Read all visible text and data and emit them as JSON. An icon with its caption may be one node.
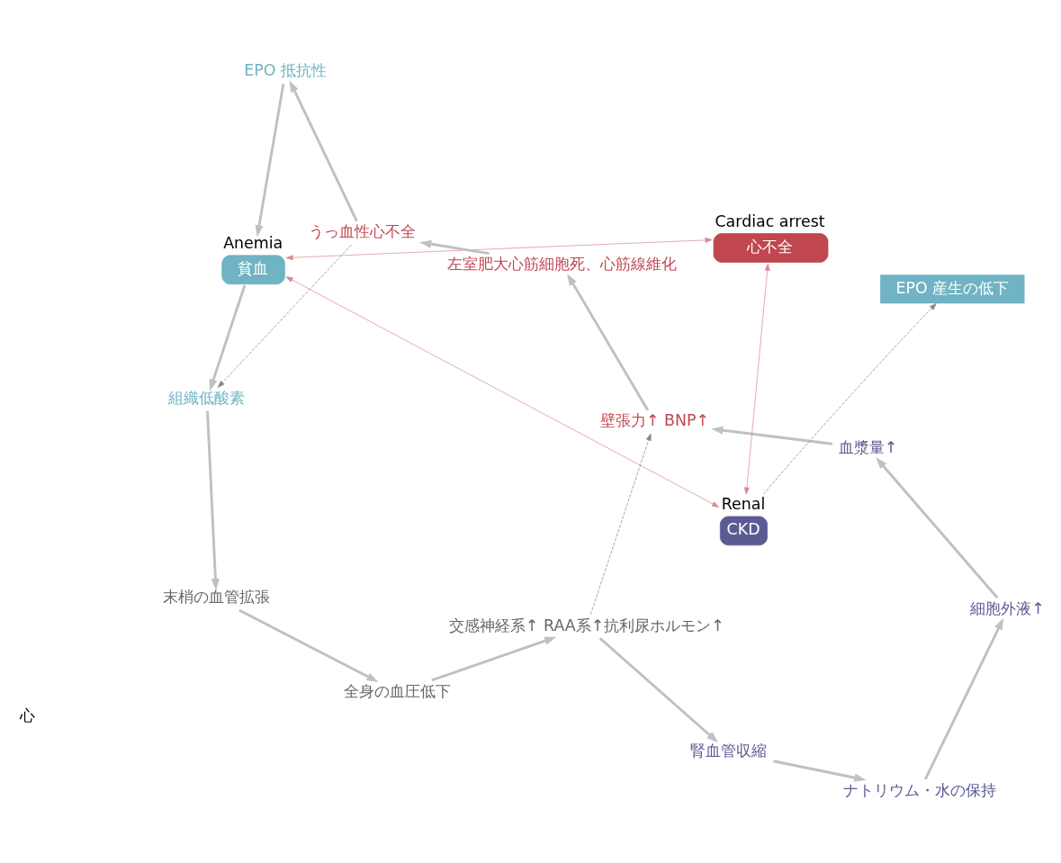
{
  "diagram": {
    "nodes": [
      {
        "text": [
          "貧血"
        ],
        "beside": [
          "Anemia"
        ]
      },
      {
        "text": [
          "組織低酸素"
        ]
      },
      {
        "text": [
          "末梢の血管拡張"
        ]
      },
      {
        "text": [
          "全身の血圧低下"
        ]
      },
      {
        "text": [
          "交感神経系↑ RAA系↑抗利尿ホルモン↑"
        ]
      },
      {
        "text": [
          "腎血管収縮"
        ]
      },
      {
        "text": [
          "ナトリウム・水の保持"
        ]
      },
      {
        "text": [
          "細胞外液↑"
        ]
      },
      {
        "text": [
          "血漿量↑"
        ]
      },
      {
        "text": [
          "壁張力↑ BNP↑"
        ]
      },
      {
        "text": [
          "左室肥大心筋細胞死、心筋線維化"
        ]
      },
      {
        "text": [
          "うっ血性心不全"
        ]
      },
      {
        "text": [
          "EPO 抵抗性"
        ]
      },
      {
        "text": [
          "心不全"
        ],
        "beside": [
          "Cardiac arrest"
        ]
      },
      {
        "text": [
          "CKD"
        ],
        "beside": [
          "Renal"
        ]
      },
      {
        "text": [
          "EPO 産生の低下"
        ]
      }
    ],
    "edges": [
      {
        "from": 0,
        "to": 1,
        "arrow": "to"
      },
      {
        "from": 1,
        "to": 2,
        "arrow": "to"
      },
      {
        "from": 2,
        "to": 3,
        "arrow": "to"
      },
      {
        "from": 3,
        "to": 4,
        "arrow": "to"
      },
      {
        "from": 4,
        "to": 5,
        "arrow": "to"
      },
      {
        "from": 5,
        "to": 6,
        "arrow": "to"
      },
      {
        "from": 6,
        "to": 7,
        "arrow": "to"
      },
      {
        "from": 7,
        "to": 8,
        "arrow": "to"
      },
      {
        "from": 8,
        "to": 9,
        "arrow": "to"
      },
      {
        "from": 9,
        "to": 10,
        "arrow": "to"
      },
      {
        "from": 10,
        "to": 11,
        "arrow": "to"
      },
      {
        "from": 11,
        "to": 12,
        "arrow": "to"
      },
      {
        "from": 12,
        "to": 0,
        "arrow": "to"
      },
      {
        "from": 11,
        "to": 1,
        "arrow": "to",
        "style": "dashed",
        "color": "#888888"
      },
      {
        "from": 4,
        "to": 9,
        "arrow": "to",
        "style": "dashed",
        "color": "#888888"
      },
      {
        "from": 14,
        "to": 15,
        "arrow": "to",
        "style": "dashed",
        "color": "#888888"
      },
      {
        "from": 0,
        "to": 13,
        "arrow": "both",
        "color": "#d98a8f"
      },
      {
        "from": 0,
        "to": 14,
        "arrow": "both",
        "color": "#d98a8f"
      },
      {
        "from": 13,
        "to": 14,
        "arrow": "both",
        "color": "#d98a8f"
      }
    ],
    "labels": [
      "心"
    ]
  }
}
